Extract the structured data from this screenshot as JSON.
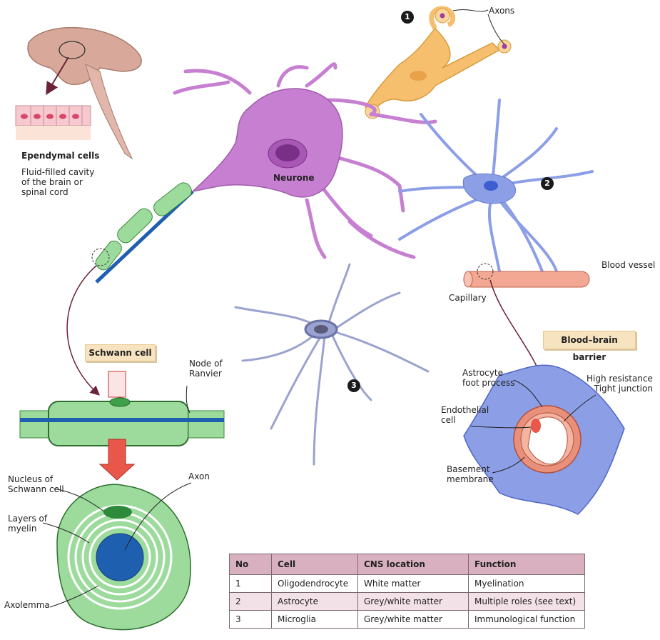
{
  "labels": {
    "ependymal_title": "Ependymal cells",
    "ependymal_desc": "Fluid-filled cavity\nof the brain or\nspinal cord",
    "axons": "Axons",
    "neurone": "Neurone",
    "blood_vessel": "Blood vessel",
    "capillary": "Capillary",
    "blood_brain_barrier": "Blood–brain barrier",
    "schwann_cell": "Schwann cell",
    "node_of_ranvier": "Node of\nRanvier",
    "axon": "Axon",
    "nucleus_of_schwann": "Nucleus of\nSchwann cell",
    "layers_of_myelin": "Layers of\nmyelin",
    "axolemma": "Axolemma",
    "astrocyte_foot": "Astrocyte\nfoot process",
    "high_resistance": "High resistance\nTight junction",
    "endothelial": "Endothelial\ncell",
    "basement": "Basement\nmembrane"
  },
  "markers": {
    "one": "1",
    "two": "2",
    "three": "3"
  },
  "table": {
    "headers": [
      "No",
      "Cell",
      "CNS location",
      "Function"
    ],
    "rows": [
      [
        "1",
        "Oligodendrocyte",
        "White matter",
        "Myelination"
      ],
      [
        "2",
        "Astrocyte",
        "Grey/white matter",
        "Multiple roles (see text)"
      ],
      [
        "3",
        "Microglia",
        "Grey/white matter",
        "Immunological function"
      ]
    ]
  },
  "colors": {
    "neurone": "#c77fd1",
    "oligodendrocyte": "#f5bf6e",
    "astrocyte": "#8c9ee6",
    "microglia": "#9aa3cf",
    "myelin": "#9ddb9d",
    "axon": "#1f5fb0",
    "vessel": "#e8907a",
    "arrow": "#6b2237"
  }
}
